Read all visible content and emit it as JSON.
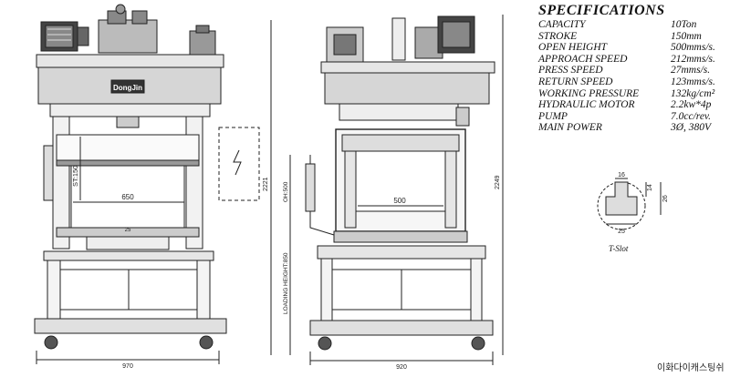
{
  "specs": {
    "title": "SPECIFICATIONS",
    "rows": [
      {
        "label": "CAPACITY",
        "value": "10Ton"
      },
      {
        "label": "STROKE",
        "value": "150mm"
      },
      {
        "label": "OPEN HEIGHT",
        "value": "500mms/s."
      },
      {
        "label": "APPROACH SPEED",
        "value": "212mms/s."
      },
      {
        "label": "PRESS SPEED",
        "value": "27mms/s."
      },
      {
        "label": "RETURN SPEED",
        "value": "123mms/s."
      },
      {
        "label": "WORKING PRESSURE",
        "value": "132kg/cm²"
      },
      {
        "label": "HYDRAULIC MOTOR",
        "value": "2.2kw*4p"
      },
      {
        "label": "PUMP",
        "value": "7.0cc/rev."
      },
      {
        "label": "MAIN POWER",
        "value": "3Ø, 380V"
      }
    ]
  },
  "front_view": {
    "brand_label": "DongJin",
    "stroke_label": "ST:150",
    "bed_width": "650",
    "small_dim": "25",
    "base_width": "970"
  },
  "side_view": {
    "opening_label": "OH:500",
    "total_height_a": "2221",
    "total_height_b": "2249",
    "loading_height": "LOADING HEIGHT:850",
    "bed_width": "500",
    "base_width": "920"
  },
  "t_slot": {
    "caption": "T-Slot",
    "top_width": "16",
    "neck_depth": "14",
    "total_depth": "26",
    "bottom_width": "25"
  },
  "footer_text": "이화다이캐스팅쉬"
}
